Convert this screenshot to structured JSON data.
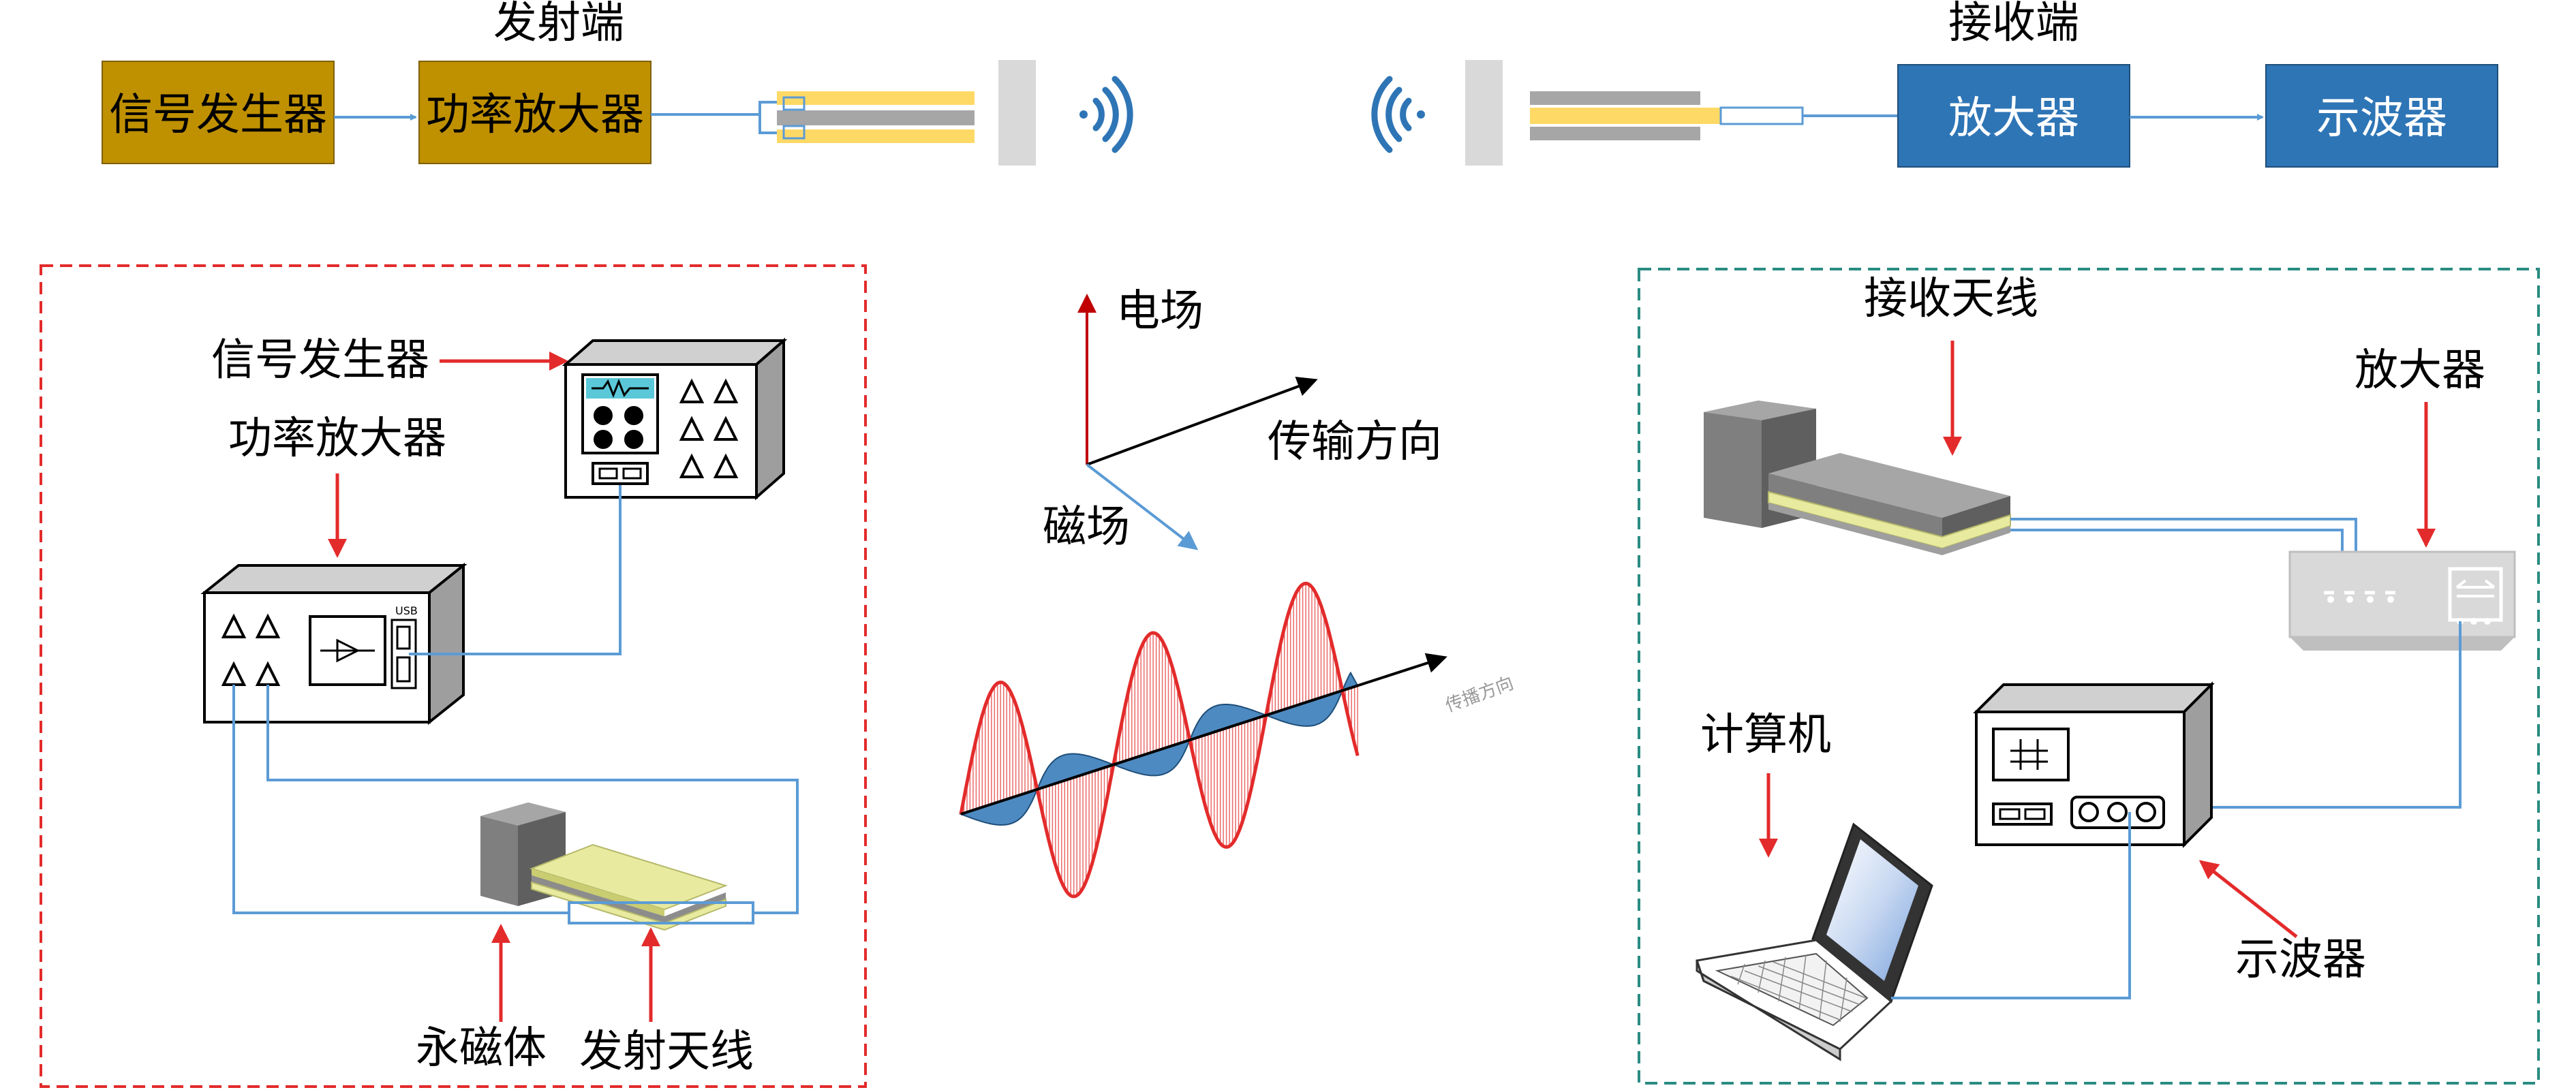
{
  "top": {
    "transmit_title": "发射端",
    "receive_title": "接收端",
    "tx_boxes": [
      "信号发生器",
      "功率放大器"
    ],
    "rx_boxes": [
      "放大器",
      "示波器"
    ],
    "colors": {
      "tx_box": "#bf9000",
      "rx_box": "#2e75b6",
      "antenna_yellow": "#ffd966",
      "antenna_gray": "#a6a6a6",
      "wire": "#5b9bd5",
      "signal_icon": "#2e75b6"
    }
  },
  "left_panel": {
    "border_color": "#e32b2b",
    "labels": {
      "signal_generator": "信号发生器",
      "power_amplifier": "功率放大器",
      "permanent_magnet": "永磁体",
      "transmit_antenna": "发射天线",
      "usb": "USB"
    }
  },
  "center_panel": {
    "labels": {
      "electric_field": "电场",
      "magnetic_field": "磁场",
      "propagation_direction": "传输方向",
      "wave_axis_label": "传播方向"
    },
    "colors": {
      "e_wave": "#e32b2b",
      "b_wave": "#2e75b6",
      "e_axis": "#c00000",
      "b_axis": "#5b9bd5"
    }
  },
  "right_panel": {
    "border_color": "#2a8c82",
    "labels": {
      "receive_antenna": "接收天线",
      "amplifier": "放大器",
      "computer": "计算机",
      "oscilloscope": "示波器"
    }
  }
}
